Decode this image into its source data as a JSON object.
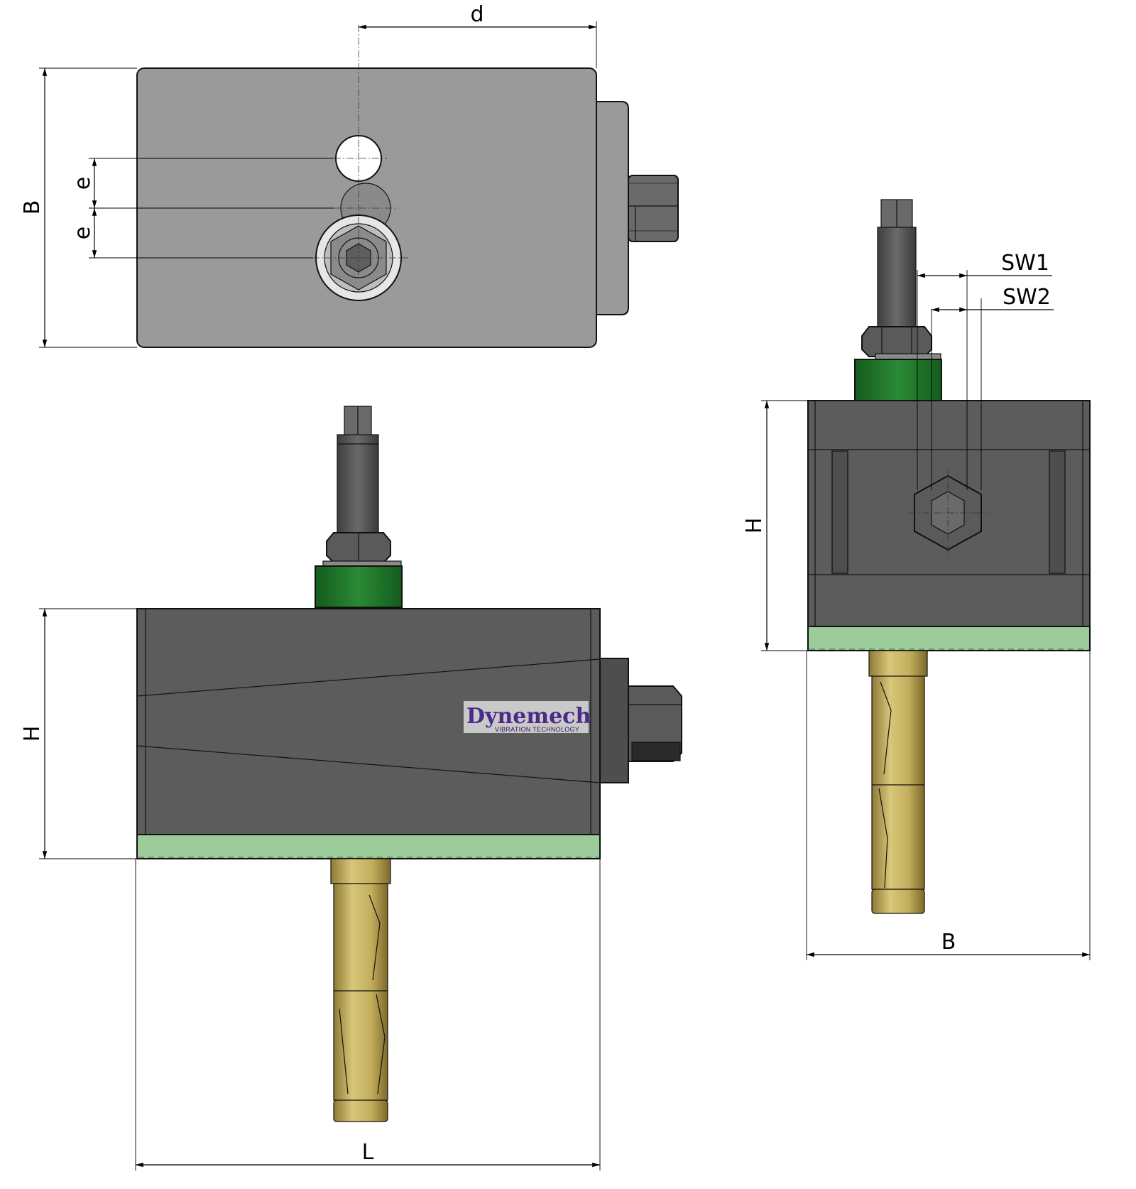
{
  "labels": {
    "d": "d",
    "e_upper": "e",
    "e_lower": "e",
    "B_top": "B",
    "H_front": "H",
    "L": "L",
    "SW1": "SW1",
    "SW2": "SW2",
    "H_side": "H",
    "B_side": "B"
  },
  "logo": {
    "name": "Dynemech",
    "tagline": "VIBRATION TECHNOLOGY"
  },
  "colors": {
    "top_body": "#9a9a9a",
    "dark_body": "#5c5c5c",
    "green_collar": "#1e7a2a",
    "rubber_pad": "#9ccc9a",
    "anchor_brass": "#c8b463"
  }
}
